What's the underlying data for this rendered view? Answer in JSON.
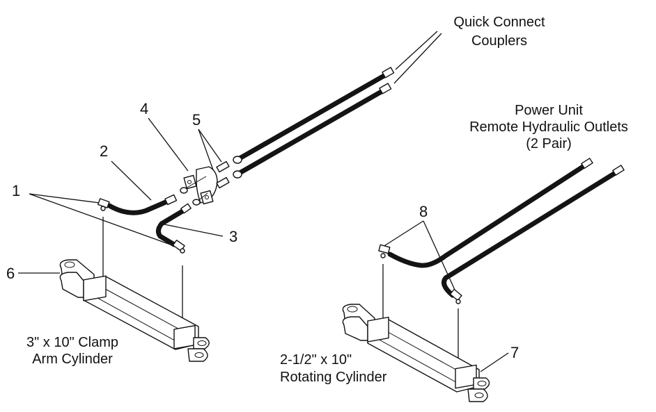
{
  "diagram": {
    "type": "exploded-parts-diagram",
    "callouts": [
      {
        "id": "1",
        "text": "1"
      },
      {
        "id": "2",
        "text": "2"
      },
      {
        "id": "3",
        "text": "3"
      },
      {
        "id": "4",
        "text": "4"
      },
      {
        "id": "5",
        "text": "5"
      },
      {
        "id": "6",
        "text": "6"
      },
      {
        "id": "7",
        "text": "7"
      },
      {
        "id": "8",
        "text": "8"
      }
    ],
    "labels": {
      "quick_connect": [
        "Quick Connect",
        "Couplers"
      ],
      "power_unit": [
        "Power Unit",
        "Remote Hydraulic Outlets",
        "(2 Pair)"
      ],
      "clamp_cylinder": [
        "3\" x 10\" Clamp",
        "Arm Cylinder"
      ],
      "rotating_cylinder": [
        "2-1/2\" x 10\"",
        "Rotating Cylinder"
      ]
    },
    "colors": {
      "line": "#111111",
      "hose": "#141414",
      "background": "#ffffff"
    }
  }
}
